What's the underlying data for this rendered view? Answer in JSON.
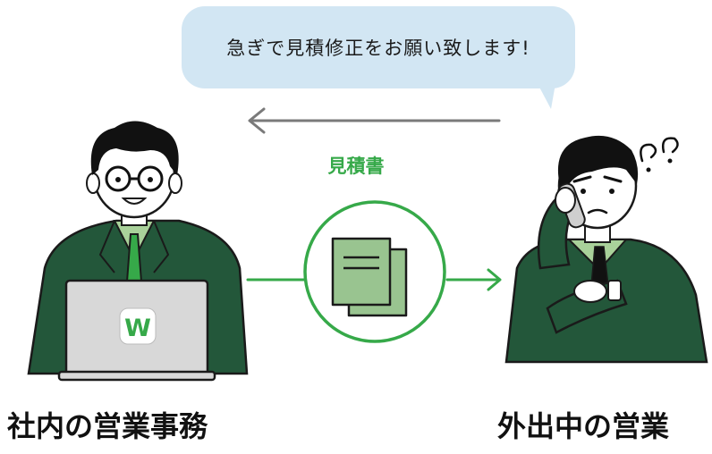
{
  "speech_bubble": {
    "text": "急ぎで見積修正をお願い致します!"
  },
  "document": {
    "label": "見積書"
  },
  "logo": {
    "letter": "W"
  },
  "left_person": {
    "caption": "社内の営業事務"
  },
  "right_person": {
    "caption": "外出中の営業"
  },
  "colors": {
    "accent_green": "#36a949",
    "suit_green": "#23573a",
    "shirt_green": "#a9d19a",
    "doc_green": "#99c490",
    "bubble_blue": "#d2e6f3",
    "arrow_gray": "#7a7a7a"
  }
}
